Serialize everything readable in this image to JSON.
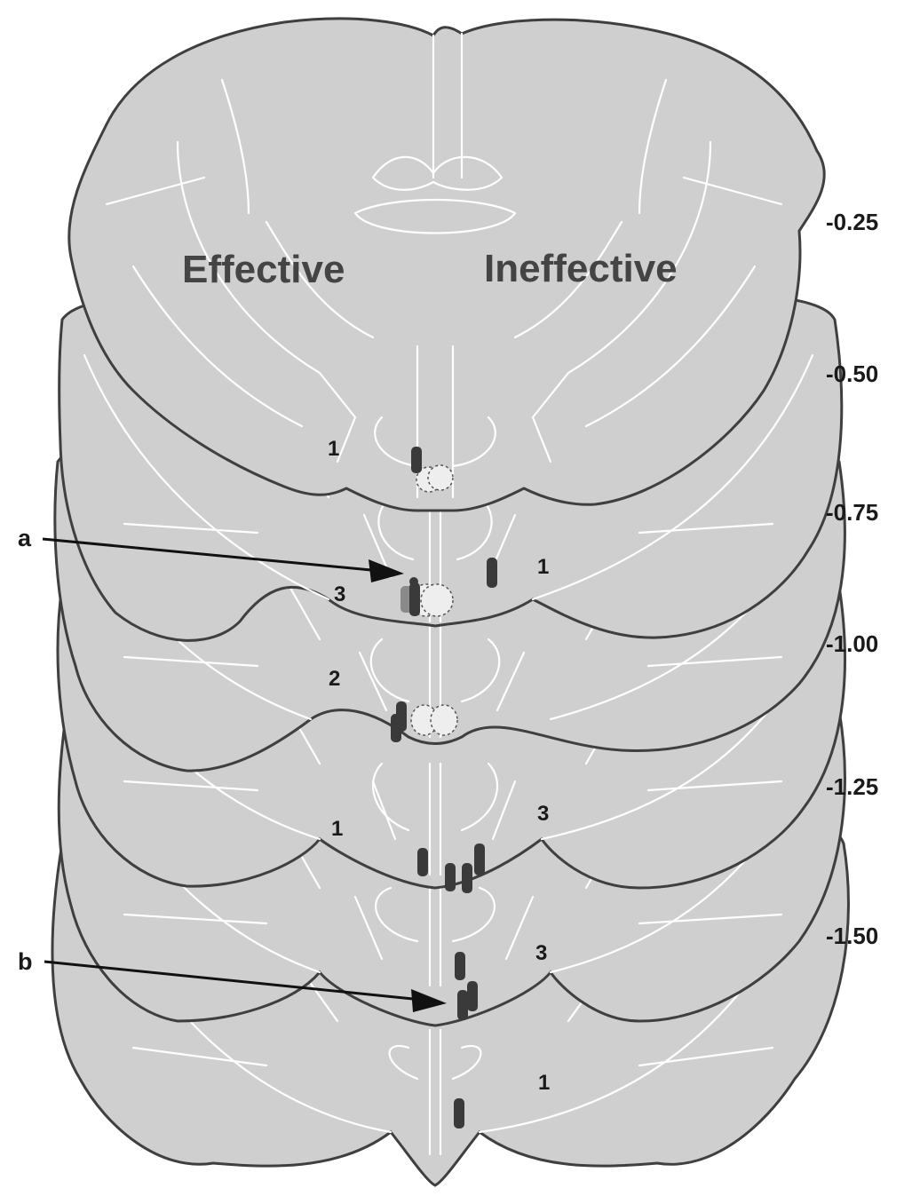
{
  "labels": {
    "effective": "Effective",
    "ineffective": "Ineffective",
    "arrow_a": "a",
    "arrow_b": "b"
  },
  "levels": [
    "-0.25",
    "-0.50",
    "-0.75",
    "-1.00",
    "-1.25",
    "-1.50"
  ],
  "counts": {
    "s1_left": "1",
    "s2_left": "3",
    "s2_right": "1",
    "s3_left": "2",
    "s4_left": "1",
    "s4_right": "3",
    "s5_right": "3",
    "s6_right": "1"
  },
  "colors": {
    "section_fill": "#cfcfcf",
    "section_outline": "#3f3f3f",
    "region_lines": "#ffffff",
    "injection_site": "#3a3a3a",
    "placebo_site": "#eeeeee"
  }
}
